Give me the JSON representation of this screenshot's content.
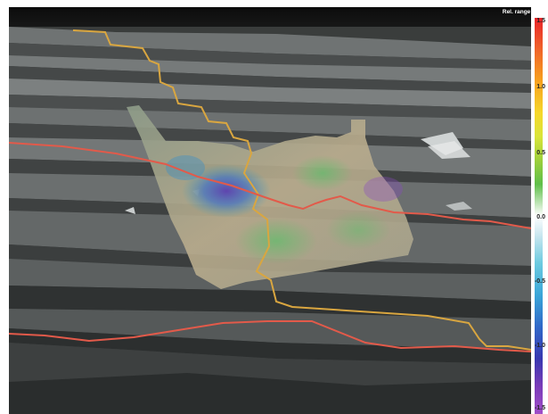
{
  "colorbar": {
    "title": "Rel. range [mm]",
    "ticks": [
      "1.5",
      "1.0",
      "0.5",
      "0.0",
      "-0.5",
      "-1.0",
      "-1.5"
    ],
    "range": [
      -1.5,
      1.5
    ]
  },
  "colors": {
    "background": "#3c3f3e",
    "terrain_dark": "#2f3231",
    "terrain_light": "#7e8282",
    "orange_line": "#d9a640",
    "red_line": "#e25a4a",
    "overlay_tan": "#b9a88d"
  }
}
